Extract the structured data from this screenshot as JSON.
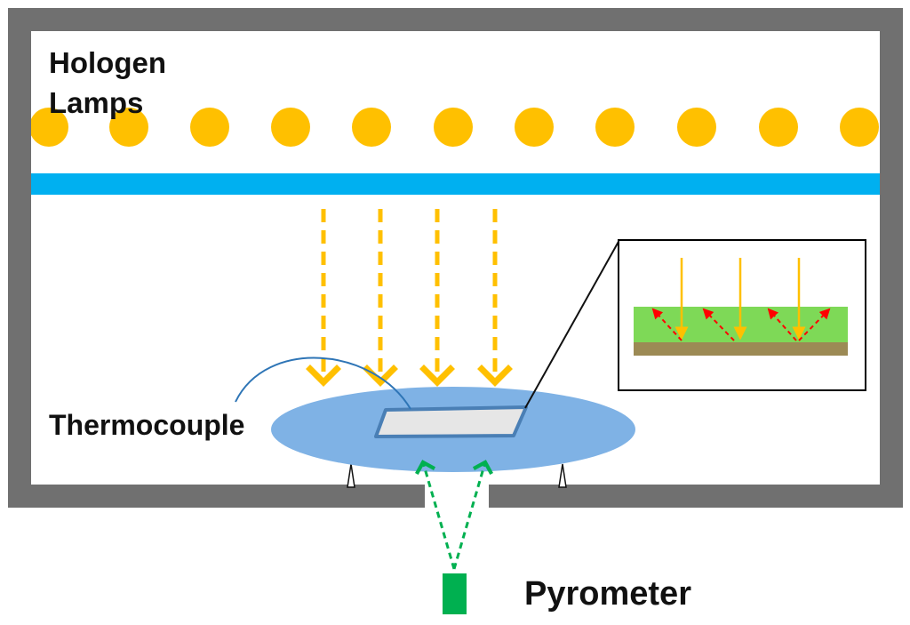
{
  "labels": {
    "lamps_line1": "Hologen",
    "lamps_line2": "Lamps",
    "thermocouple": "Thermocouple",
    "pyrometer": "Pyrometer"
  },
  "colors": {
    "chamber_wall": "#707070",
    "lamp": "#FFC000",
    "quartz_window": "#00B0F0",
    "lamp_ray": "#FFC000",
    "susceptor": "#7FB2E5",
    "wafer_fill": "#E6E6E6",
    "wafer_edge": "#4A7FB5",
    "thermocouple_wire": "#2E75B6",
    "pyrometer": "#00B050",
    "pyrometer_ray": "#00B050",
    "film_layer": "#7ED957",
    "substrate_layer": "#9C8A55",
    "reflected_ray": "#FF0000",
    "inset_border": "#000000"
  },
  "icons": {
    "lamps": "circle",
    "pyrometer": "rectangle",
    "supports": "triangle"
  }
}
